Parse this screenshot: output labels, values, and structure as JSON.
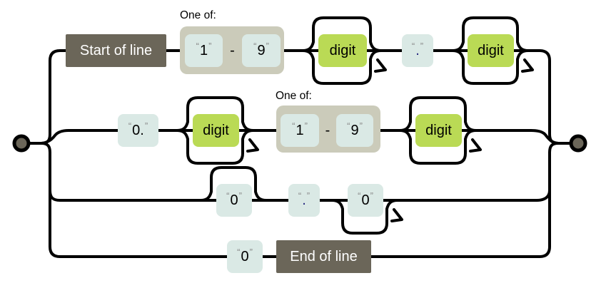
{
  "colors": {
    "line": "#000000",
    "literal_fill": "#dae9e5",
    "escape_fill": "#bada55",
    "anchor_fill": "#6b6659",
    "group_fill": "#cbcbba",
    "terminal_fill": "#6b6659",
    "quote_color": "#8a8a8a",
    "dot_color": "#26267f"
  },
  "quotes": {
    "open": "“",
    "close": "”"
  },
  "group_label": "One of:",
  "rows": {
    "row1": {
      "anchor": "Start of line",
      "range": {
        "from": "1",
        "sep": "-",
        "to": "9"
      },
      "repeat1": "digit",
      "literal_dot": ".",
      "repeat2": "digit"
    },
    "row2": {
      "literal_zero_dot": "0.",
      "repeat1": "digit",
      "range": {
        "from": "1",
        "sep": "-",
        "to": "9"
      },
      "repeat2": "digit"
    },
    "row3": {
      "optional_zero": "0",
      "literal_dot": ".",
      "repeat_zero": "0"
    },
    "row4": {
      "literal_zero": "0",
      "anchor": "End of line"
    }
  }
}
